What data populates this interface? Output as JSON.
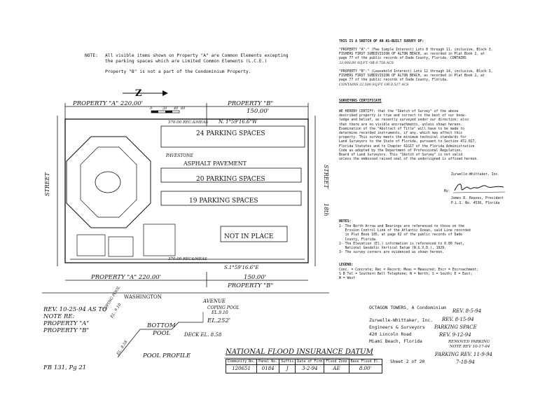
{
  "note_top": {
    "label": "NOTE:",
    "line1": "All visible items shown on Property \"A\" are Common Elements excepting",
    "line2": "the parking spaces which are Limited Common Elements (L.C.E.)",
    "line3": "Property \"B\" is not a part of the Condominium Property."
  },
  "as_built": {
    "heading": "THIS IS A SKETCH OF AN AS-BUILT SURVEY OF:",
    "prop_a": [
      "\"PROPERTY \"A\":\" (Fee Simple Interest) Lots 8 through 11, inclusive, Block 3,",
      "FISHERS FIRST SUBDIVISION OF ALTON BEACH, as recorded in Plat Book 2, at",
      "page 77 of the public records of Dade County, Florida. CONTAINS",
      "33,000.00 SQ.FT. OR 0.758 ACS"
    ],
    "prop_b": [
      "\"PROPERTY \"B\":\" (Leasehold Interest) Lots 12 through 14, inclusive, Block 3,",
      "FISHERS FIRST SUBDIVISION OF ALTON BEACH, as recorded in Plat Book 2, at",
      "page 77 of the public records of Dade County, Florida.",
      "CONTAINS 22,500 SQ.FT. OR 0.517 ACS"
    ]
  },
  "certificate": {
    "heading": "SURVEYORS CERTIFICATE",
    "lines": [
      "WE HEREBY CERTIFY: that the \"Sketch of Survey\" of the above",
      "described property is true and correct to the best of our know-",
      "ledge and belief, as recently surveyed under our direction; also",
      "that there are no visible encroachments, unless shown hereon.",
      "Examination of the \"Abstract of Title\" will have to be made to",
      "determine recorded instruments, if any, which may affect this",
      "property. This survey meets the minimum technical standards for",
      "Land Surveyors to the State of Florida, pursuant to Section 472.027,",
      "Florida Statutes and to Chapter 61G17 of the Florida Administrative",
      "Code as adopted by the Department of Professional Regulation,",
      "Board of Land Surveyors. This \"Sketch of Survey\" is not valid",
      "unless the embossed raised seal of the undersigned is affixed hereon."
    ],
    "firm": "Zurwelle-Whittaker, Inc.",
    "by": "By:",
    "signer": "James D. Reaves, President",
    "pls": "P.L.S. No. 4536, Florida"
  },
  "notes": {
    "heading": "NOTES:",
    "items": [
      "1- The North Arrow and Bearings are referenced to those on the",
      "   Erosion Control Line of the Atlantic Ocean, said Line recorded",
      "   in Plat Book 105, at page 62 of the public records of Dade",
      "   County, Florida.",
      "2- The Elevation (El.) information is referenced to 0.00 feet,",
      "   National Geodetic Vertical Datum (N.G.V.D.), 1929.",
      "3- The survey corners are evidenced as shown hereon."
    ]
  },
  "legend": {
    "heading": "LEGEND:",
    "lines": [
      "Conc. = Concrete; Rec = Record; Meas = Measured; Encr = Encroachment;",
      "S B Tel = Southern Bell Telephone; N = North; S = South; E = East;",
      "W = West"
    ]
  },
  "title_block": {
    "project": "OCTAGON TOWERS, A Condominium",
    "firm": "Zurwelle-Whittaker, Inc.",
    "role": "Engineers & Surveyors",
    "address": "420 Lincoln Road",
    "city": "Miami Beach, Florida",
    "sheet": "Sheet 2 of 20",
    "revisions": [
      "REV. 8-5-94",
      "REV. 8-15-94",
      "PARKING SPACE",
      "REV. 9-12-94",
      "REMOVED PARKING",
      "NOTE REV 10-17-94",
      "PARKING REV. 11-9-94",
      "7-18-94"
    ]
  },
  "plan": {
    "compass_letter": "Z",
    "property_a_top": "PROPERTY \"A\" 220.00'",
    "property_b_top": "PROPERTY \"B\"",
    "property_b_top_dim": "150.00'",
    "bearing_top": "N. 1°59'16.6\"W",
    "dim_370_top": "370.00 REC.&MEAS",
    "spaces_24": "24 PARKING SPACES",
    "spaces_20": "20 PARKING SPACES",
    "spaces_19": "19 PARKING SPACES",
    "asphalt": "ASPHALT  PAVEMENT",
    "pavestone": "PAVESTONE",
    "not_in_place": "NOT  IN  PLACE",
    "street_left": "STREET",
    "street_right": "STREET",
    "street_right_no": "18th",
    "bottom_bearing": "S.1°59'16.6\"E",
    "dim_370_bottom": "370.00 REC&MEAS",
    "property_a_bottom": "PROPERTY \"A\"  220.00'",
    "property_b_bottom": "PROPERTY \"B\"",
    "property_b_bottom_dim": "150.00'",
    "washington": "WASHINGTON",
    "avenue": "AVENUE",
    "scale_0": "0",
    "scale_20": "20",
    "scale_40": "40",
    "scale_60": "60"
  },
  "pool": {
    "rev_note": [
      "REV. 10-25-94 AS TO",
      "NOTE RE:",
      "PROPERTY \"A\"",
      "PROPERTY \"B\""
    ],
    "coping_pool": "COPING POOL",
    "coping_el": "EL.9.10",
    "el_252": "EL.252'",
    "bottom": "BOTTOM",
    "pool_word": "POOL",
    "deck_el": "DECK EL. 8.58",
    "profile": "POOL PROFILE",
    "coping_pool_2": "COPING POOL",
    "el_910_2": "EL. 9.10",
    "el_858_2": "EL. 8.58"
  },
  "fb": "FB 131, Pg 21",
  "flood": {
    "title": "NATIONAL FLOOD INSURANCE DATUM",
    "headers": [
      "Community No.",
      "Panel No.",
      "Suffix",
      "Date of Firm",
      "Flood Zone",
      "Base Flood El."
    ],
    "values": [
      "120651",
      "0184",
      "J",
      "3-2-94",
      "AE",
      "8.00'"
    ]
  }
}
